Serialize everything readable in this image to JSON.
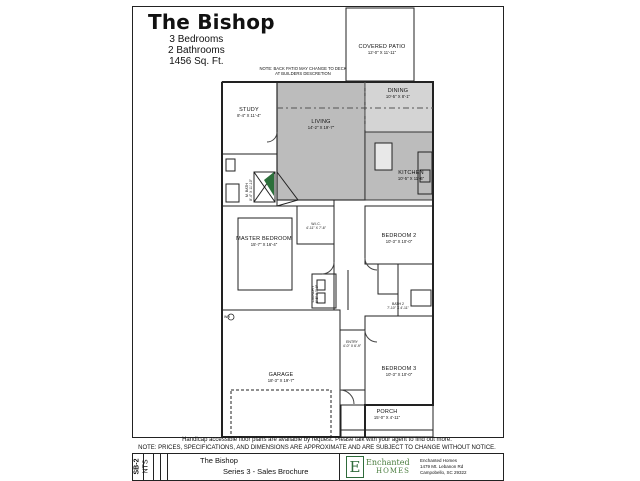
{
  "header": {
    "title": "The Bishop",
    "bedrooms": "3 Bedrooms",
    "bathrooms": "2 Bathrooms",
    "sqft": "1456 Sq. Ft."
  },
  "note_patio": "NOTE: BACK PATIO MAY CHANGE TO DECK AT BUILDERS DESCRETION",
  "rooms": {
    "covered_patio": {
      "name": "COVERED PATIO",
      "dims": "12'-0\" X 11'-11\""
    },
    "dining": {
      "name": "DINING",
      "dims": "10'-5\" X 8'-1\""
    },
    "study": {
      "name": "STUDY",
      "dims": "8'-4\" X 11'-4\""
    },
    "living": {
      "name": "LIVING",
      "dims": "14'-2\" X 19'-7\""
    },
    "kitchen": {
      "name": "KITCHEN",
      "dims": "10'-5\" X 11'-6\""
    },
    "master_bath": {
      "name": "M. BATH",
      "dims": "8'-4\" X 11'-10\""
    },
    "master_bedroom": {
      "name": "MASTER BEDROOM",
      "dims": "15'-7\" X 16'-4\""
    },
    "wic": {
      "name": "W.I.C.",
      "dims": "4'-11\" X 7'-6\""
    },
    "bedroom2": {
      "name": "BEDROOM 2",
      "dims": "10'-3\" X 10'-0\""
    },
    "laundry": {
      "name": "LAUNDRY",
      "dims": "6'-5\" X 5'-9\""
    },
    "bath2": {
      "name": "BATH 2",
      "dims": "7'-10\" X 4'-11\""
    },
    "entry": {
      "name": "ENTRY",
      "dims": "4'-0\" X 6'-9\""
    },
    "bedroom3": {
      "name": "BEDROOM 3",
      "dims": "10'-3\" X 10'-0\""
    },
    "garage": {
      "name": "GARAGE",
      "dims": "18'-3\" X 19'-7\""
    },
    "porch": {
      "name": "PORCH",
      "dims": "15'-0\" X 4'-11\""
    }
  },
  "wh_label": "WH",
  "footer": {
    "handicap": "Handicap accessible floor plans are available by request. Please talk with your agent to find out more.",
    "disclaimer": "NOTE: PRICES, SPECIFICATIONS, AND DIMENSIONS ARE APPROXIMATE AND ARE SUBJECT TO CHANGE WITHOUT NOTICE."
  },
  "titleblock": {
    "sheet": "SB-2",
    "scale": "NTS",
    "plan_name": "The Bishop",
    "series": "Series 3 - Sales Brochure",
    "logo_letter": "E",
    "logo_top": "Enchanted",
    "logo_bottom": "HOMES",
    "company_name": "Enchanted Homes",
    "address1": "1479 Mt. Lebanon Rd",
    "address2": "Campobello, SC 29322"
  },
  "colors": {
    "living_fill": "#bcbcbc",
    "dining_fill": "#d4d4d4",
    "wall": "#222222",
    "logo_green": "#2e6b3a"
  }
}
